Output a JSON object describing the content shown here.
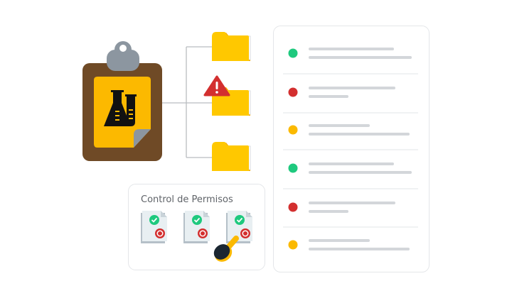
{
  "permissions_card": {
    "title": "Control de Permisos"
  },
  "colors": {
    "clipboard": "#6f4a26",
    "paper": "#fcb900",
    "folder": "#ffc800",
    "warning": "#d32f2f",
    "green": "#1ec97e",
    "red": "#d32f2f",
    "amber": "#fbb900",
    "grey": "#8c96a0"
  },
  "list_items": [
    {
      "status": "green"
    },
    {
      "status": "red"
    },
    {
      "status": "amber"
    },
    {
      "status": "green"
    },
    {
      "status": "red"
    },
    {
      "status": "amber"
    }
  ]
}
